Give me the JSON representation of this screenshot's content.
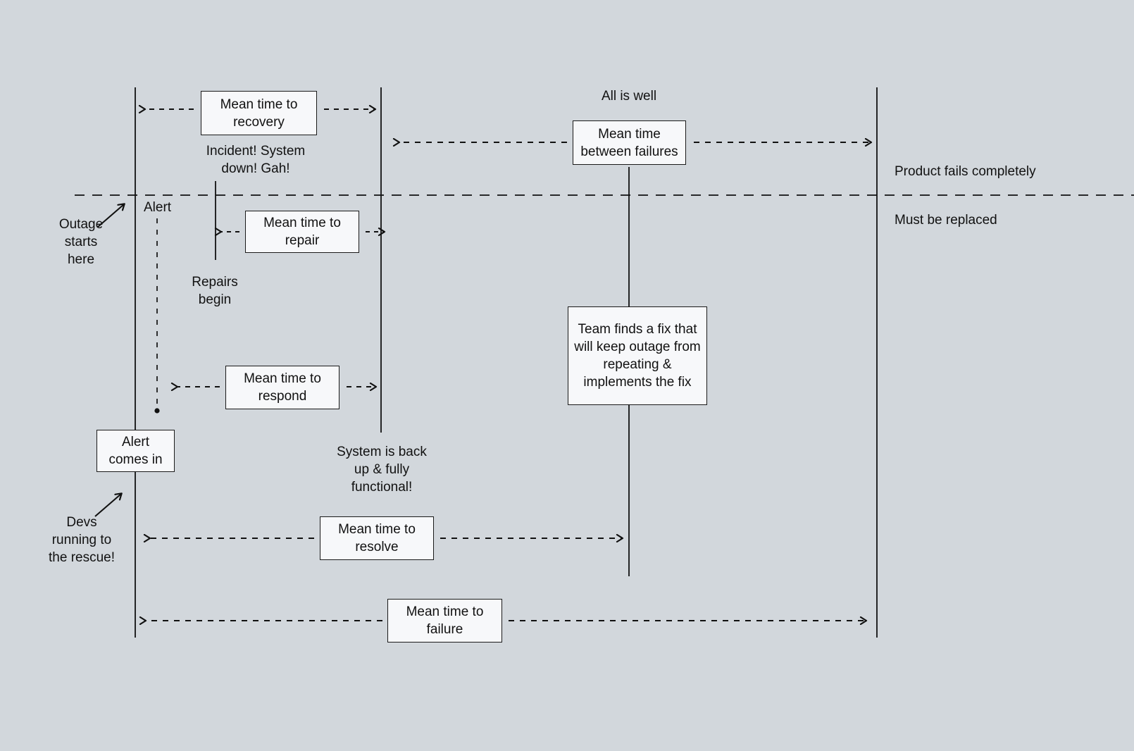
{
  "diagram": {
    "title": "Incident lifecycle metrics timeline",
    "background_color": "#d2d7dc",
    "node_fill_color": "#f7f8fa",
    "line_color": "#1a1a1a"
  },
  "boxes": {
    "mttrecovery": "Mean time to\nrecovery",
    "mttbf": "Mean time\nbetween failures",
    "mttrepair": "Mean time to\nrepair",
    "mttrespond": "Mean time to\nrespond",
    "team_fix": "Team finds a fix that\nwill keep outage from\nrepeating &\nimplements the fix",
    "alert_comes_in": "Alert\ncomes in",
    "mttresolve": "Mean time to\nresolve",
    "mttf": "Mean time to\nfailure"
  },
  "labels": {
    "all_is_well": "All is well",
    "incident": "Incident! System\ndown! Gah!",
    "product_fails": "Product fails completely",
    "must_be_replaced": "Must be replaced",
    "alert": "Alert",
    "outage_starts_here": "Outage\nstarts\nhere",
    "repairs_begin": "Repairs\nbegin",
    "system_back_up": "System is back\nup & fully\nfunctional!",
    "devs_running": "Devs\nrunning to\nthe rescue!"
  }
}
